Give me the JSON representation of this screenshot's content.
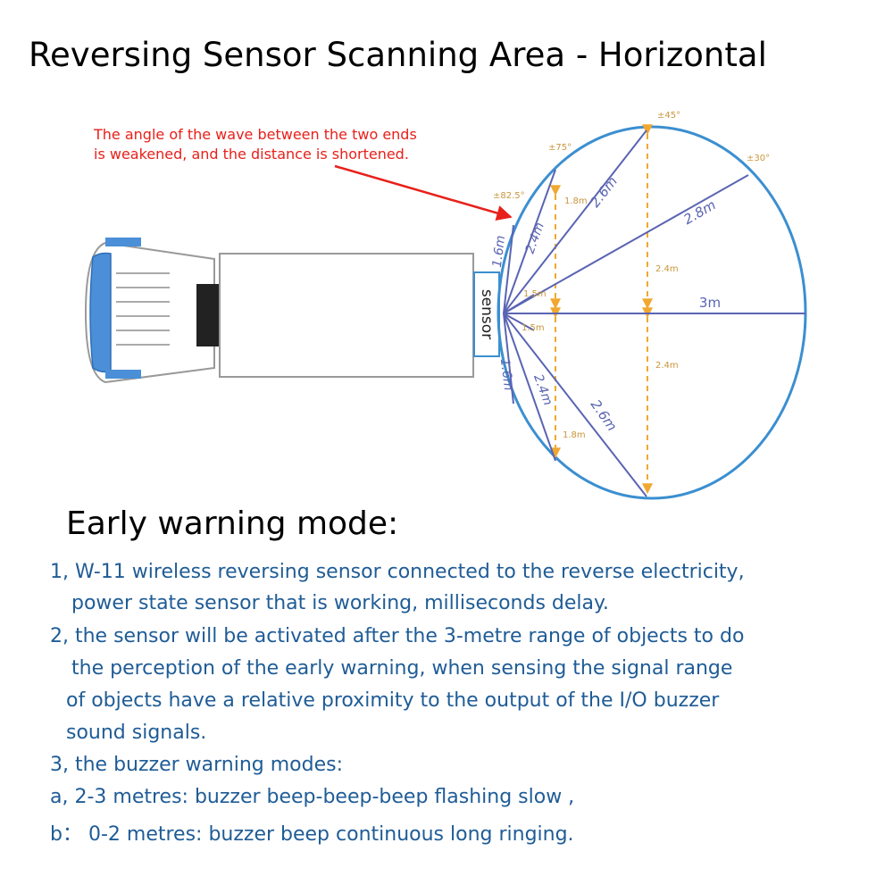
{
  "title": "Reversing Sensor Scanning Area - Horizontal",
  "colors": {
    "circle": "#3b8fd0",
    "ray": "#5a64b2",
    "guide": "#f0a830",
    "annotation": "#e8201a",
    "text_blue": "#1f5c96",
    "truck_blue": "#4a8fd8"
  },
  "diagram": {
    "annotation": {
      "line1": "The angle of the wave between the two ends",
      "line2": "is weakened, and the distance is shortened."
    },
    "sensor_label": "sensor",
    "angles": [
      "±45°",
      "±75°",
      "±30°",
      "±82.5°"
    ],
    "rays": {
      "up_16": "1.6m",
      "up_24": "2.4m",
      "up_26": "2.6m",
      "up_28": "2.8m",
      "center": "3m",
      "down_16": "1.6m",
      "down_24": "2.4m",
      "down_26": "2.6m"
    },
    "guides": {
      "up_18": "1.8m",
      "up_15": "1.5m",
      "up_24": "2.4m",
      "down_15": "1.5m",
      "down_24": "2.4m",
      "down_18": "1.8m"
    }
  },
  "section": {
    "heading": "Early warning mode:",
    "lines": [
      "1, W-11 wireless reversing sensor connected to the reverse electricity,",
      "power state sensor that is working, milliseconds delay.",
      "2, the sensor will be activated after the 3-metre range of objects to do",
      "the perception of the early warning, when sensing the signal range",
      "of objects have a relative proximity to the output of the I/O buzzer",
      "sound signals.",
      "3, the buzzer warning modes:",
      "a, 2-3 metres: buzzer beep-beep-beep flashing slow ,",
      "b：  0-2 metres: buzzer beep continuous long ringing."
    ]
  }
}
